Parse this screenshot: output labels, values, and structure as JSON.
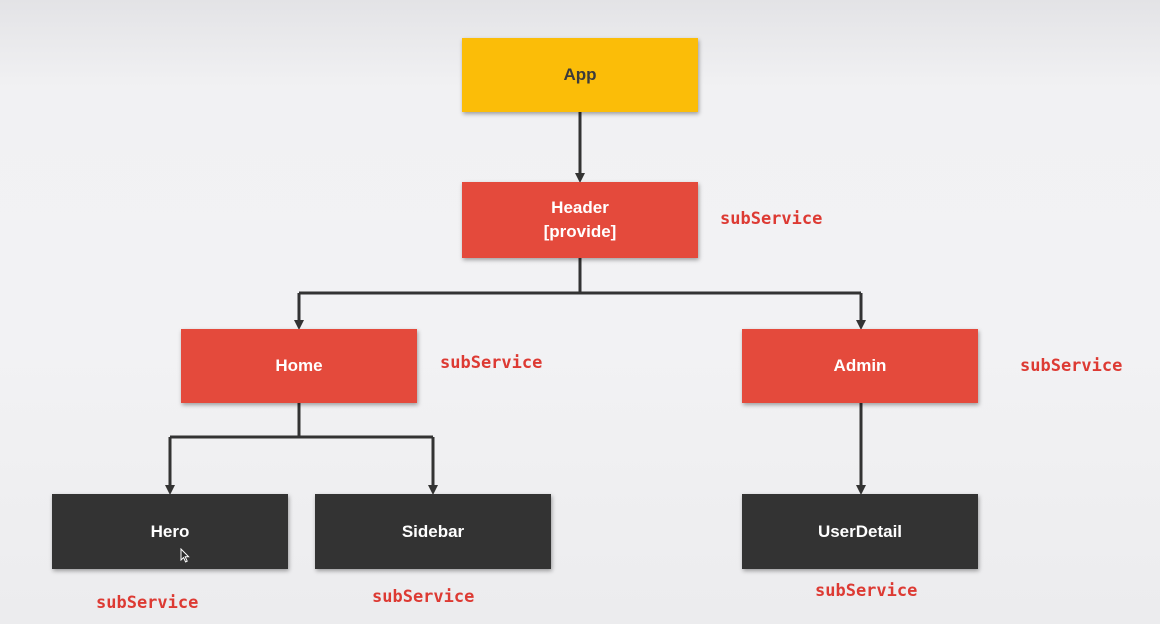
{
  "nodes": {
    "app": "App",
    "header": "Header\n[provide]",
    "home": "Home",
    "admin": "Admin",
    "hero": "Hero",
    "sidebar": "Sidebar",
    "userdetail": "UserDetail"
  },
  "tags": {
    "header": "subService",
    "home": "subService",
    "admin": "subService",
    "hero": "subService",
    "sidebar": "subService",
    "userdetail": "subService"
  },
  "colors": {
    "root": "#fbbd08",
    "provider": "#e44a3c",
    "leaf": "#333333",
    "tag": "#dd3a33",
    "connector": "#333333"
  },
  "cursor_icon": "mouse-pointer-icon"
}
